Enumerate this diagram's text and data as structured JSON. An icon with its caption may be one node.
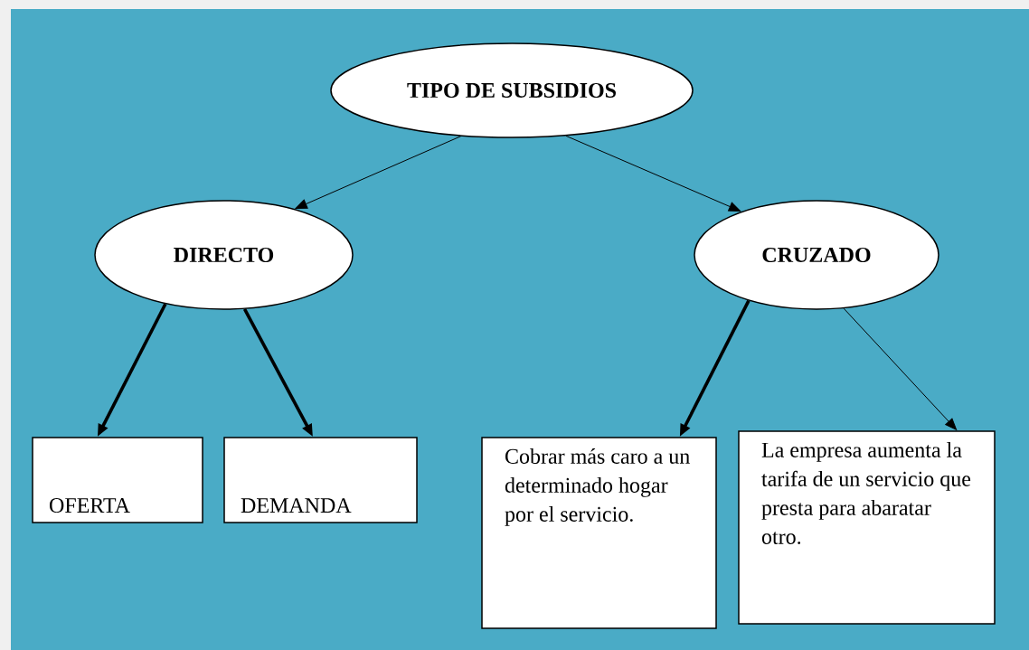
{
  "diagram": {
    "nodes": [
      {
        "text": [
          "TIPO DE SUBSIDIOS"
        ]
      },
      {
        "text": [
          "DIRECTO"
        ]
      },
      {
        "text": [
          "CRUZADO"
        ]
      },
      {
        "text": [
          "OFERTA"
        ]
      },
      {
        "text": [
          "DEMANDA"
        ]
      },
      {
        "text": [
          "Cobrar más caro a un determinado hogar por el servicio."
        ]
      },
      {
        "text": [
          "La empresa aumenta la tarifa de un servicio que presta para abaratar otro."
        ]
      }
    ],
    "edges": [
      {
        "from": 0,
        "to": 1,
        "arrow": "to"
      },
      {
        "from": 0,
        "to": 2,
        "arrow": "to"
      },
      {
        "from": 1,
        "to": 3,
        "arrow": "to",
        "style": "thick"
      },
      {
        "from": 1,
        "to": 4,
        "arrow": "to",
        "style": "thick"
      },
      {
        "from": 2,
        "to": 5,
        "arrow": "to",
        "style": "thick"
      },
      {
        "from": 2,
        "to": 6,
        "arrow": "to"
      }
    ]
  }
}
